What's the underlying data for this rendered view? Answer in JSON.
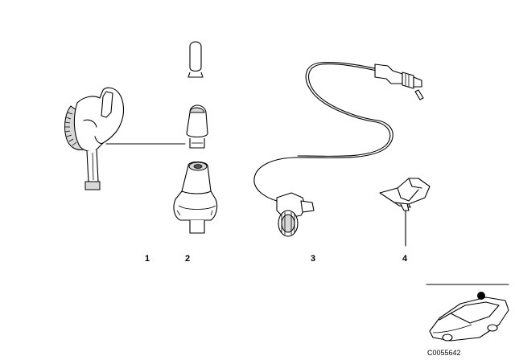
{
  "diagram": {
    "parts": [
      {
        "number": "1"
      },
      {
        "number": "2"
      },
      {
        "number": "3"
      },
      {
        "number": "4"
      }
    ],
    "reference_code": "C0055642"
  }
}
